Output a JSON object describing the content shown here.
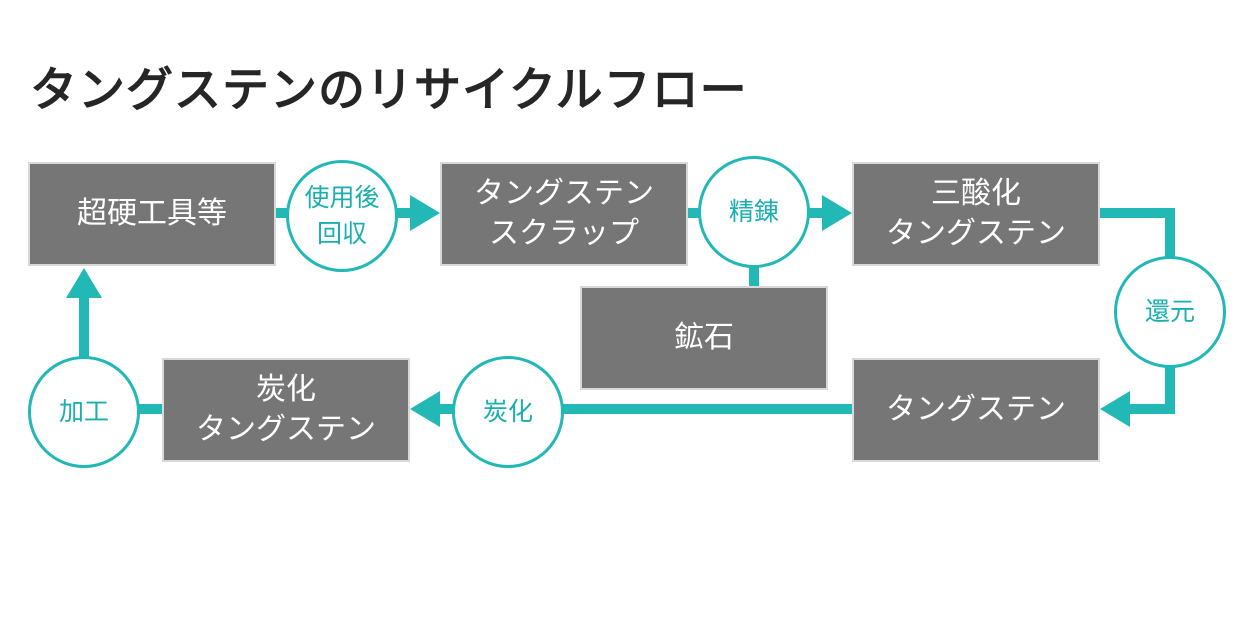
{
  "title": "タングステンのリサイクルフロー",
  "colors": {
    "box_fill": "#767676",
    "box_border": "#d8d8d8",
    "accent_teal": "#21b8b6",
    "title_text": "#262626"
  },
  "boxes": {
    "carbide_tools": {
      "lines": [
        "超硬工具等"
      ]
    },
    "scrap": {
      "lines": [
        "タングステン",
        "スクラップ"
      ]
    },
    "wo3": {
      "lines": [
        "三酸化",
        "タングステン"
      ]
    },
    "ore": {
      "lines": [
        "鉱石"
      ]
    },
    "tungsten": {
      "lines": [
        "タングステン"
      ]
    },
    "wc": {
      "lines": [
        "炭化",
        "タングステン"
      ]
    }
  },
  "steps": {
    "collect": {
      "lines": [
        "使用後",
        "回収"
      ]
    },
    "refine": {
      "lines": [
        "精錬"
      ]
    },
    "reduce": {
      "lines": [
        "還元"
      ]
    },
    "carburize": {
      "lines": [
        "炭化"
      ]
    },
    "process": {
      "lines": [
        "加工"
      ]
    }
  }
}
